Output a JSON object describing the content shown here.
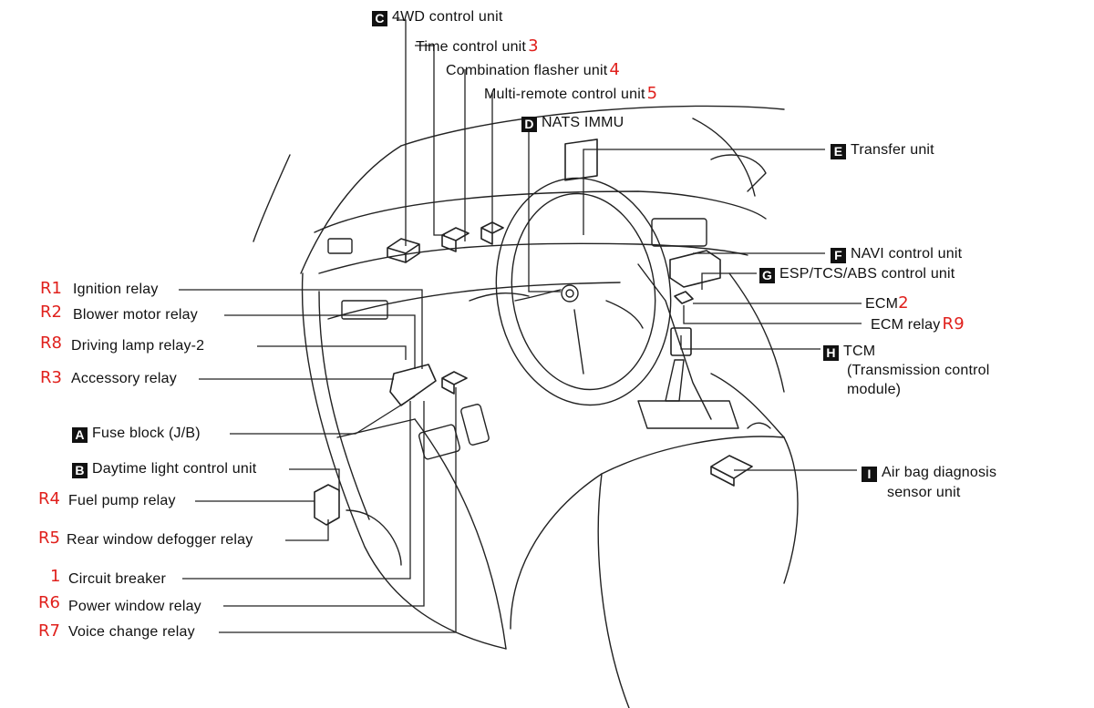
{
  "colors": {
    "ink": "#111111",
    "code": "#e0201c"
  },
  "labels": {
    "c4wd": {
      "badge": "C",
      "text": "4WD control unit"
    },
    "time": {
      "text": "Time control unit",
      "code": "3"
    },
    "flasher": {
      "text": "Combination flasher unit",
      "code": "4"
    },
    "multi": {
      "text": "Multi-remote control unit",
      "code": "5"
    },
    "nats": {
      "badge": "D",
      "text": "NATS IMMU"
    },
    "transfer": {
      "badge": "E",
      "text": "Transfer unit"
    },
    "navi": {
      "badge": "F",
      "text": "NAVI control unit"
    },
    "esp": {
      "badge": "G",
      "text": "ESP/TCS/ABS control unit"
    },
    "ecm": {
      "text": "ECM",
      "code": "2"
    },
    "ecmrelay": {
      "text": "ECM relay",
      "code": "R9"
    },
    "tcm": {
      "badge": "H",
      "text": "TCM",
      "line2": "(Transmission control",
      "line3": "module)"
    },
    "airbag": {
      "badge": "I",
      "text": "Air bag diagnosis",
      "line2": "sensor unit"
    },
    "ign": {
      "code": "R1",
      "text": "Ignition relay"
    },
    "blower": {
      "code": "R2",
      "text": "Blower motor relay"
    },
    "driving": {
      "code": "R8",
      "text": "Driving lamp relay-2"
    },
    "accessory": {
      "code": "R3",
      "text": "Accessory relay"
    },
    "fuse": {
      "badge": "A",
      "text": "Fuse block (J/B)"
    },
    "daytime": {
      "badge": "B",
      "text": "Daytime light control unit"
    },
    "fuelpump": {
      "code": "R4",
      "text": "Fuel pump relay"
    },
    "rearwin": {
      "code": "R5",
      "text": "Rear window defogger relay"
    },
    "breaker": {
      "code": "1",
      "text": "Circuit breaker"
    },
    "powerwin": {
      "code": "R6",
      "text": "Power window relay"
    },
    "voice": {
      "code": "R7",
      "text": "Voice change relay"
    }
  }
}
